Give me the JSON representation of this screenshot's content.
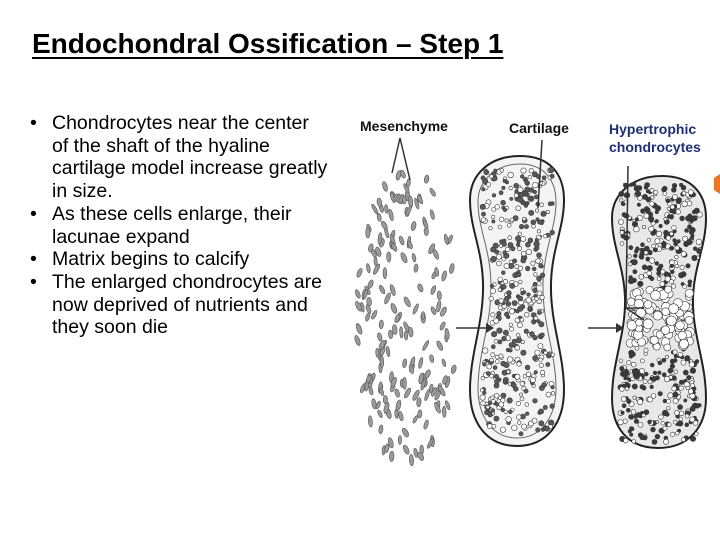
{
  "slide": {
    "title": "Endochondral Ossification – Step 1",
    "bullets": [
      "Chondrocytes near the center of the shaft of the hyaline cartilage model increase greatly in size.",
      "As these cells enlarge, their lacunae expand",
      "Matrix begins to calcify",
      "The enlarged chondrocytes are now deprived of nutrients and they soon die"
    ]
  },
  "diagram": {
    "labels": {
      "mesenchyme": "Mesenchyme",
      "cartilage": "Cartilage",
      "hypertrophic_line1": "Hypertrophic",
      "hypertrophic_line2": "chondrocytes"
    },
    "colors": {
      "label_blue": "#1e2f73",
      "cell_outline": "#444444",
      "dense_fill": "#3a3a3a",
      "accent_orange": "#e87722"
    }
  }
}
